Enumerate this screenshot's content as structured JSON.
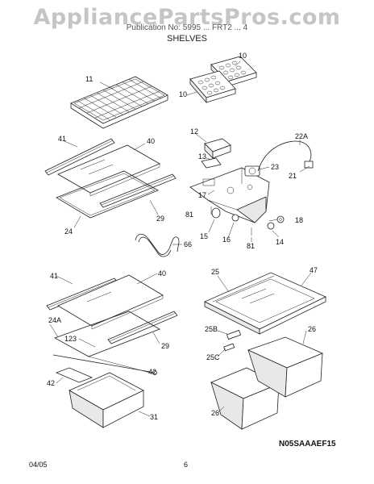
{
  "watermark": "AppliancePartsPros.com",
  "header": {
    "line": "Publication No: 5995 ... FRT2 ... 4",
    "title": "SHELVES"
  },
  "callouts": {
    "c10a": "10",
    "c10b": "10",
    "c11": "11",
    "c12": "12",
    "c13": "13",
    "c22a": "22A",
    "c23": "23",
    "c21": "21",
    "c17": "17",
    "c18": "18",
    "c81a": "81",
    "c15": "15",
    "c16": "16",
    "c14": "14",
    "c81b": "81",
    "c41a": "41",
    "c40a": "40",
    "c29a": "29",
    "c24": "24",
    "c66": "66",
    "c41b": "41",
    "c40b": "40",
    "c24a": "24A",
    "c123": "123",
    "c29b": "29",
    "c42a": "42",
    "c42b": "42",
    "c31": "31",
    "c25": "25",
    "c47": "47",
    "c25b": "25B",
    "c25c": "25C",
    "c26a": "26",
    "c26b": "26"
  },
  "diagram_code": "N05SAAAEF15",
  "footer": {
    "date": "04/05",
    "page": "6"
  }
}
